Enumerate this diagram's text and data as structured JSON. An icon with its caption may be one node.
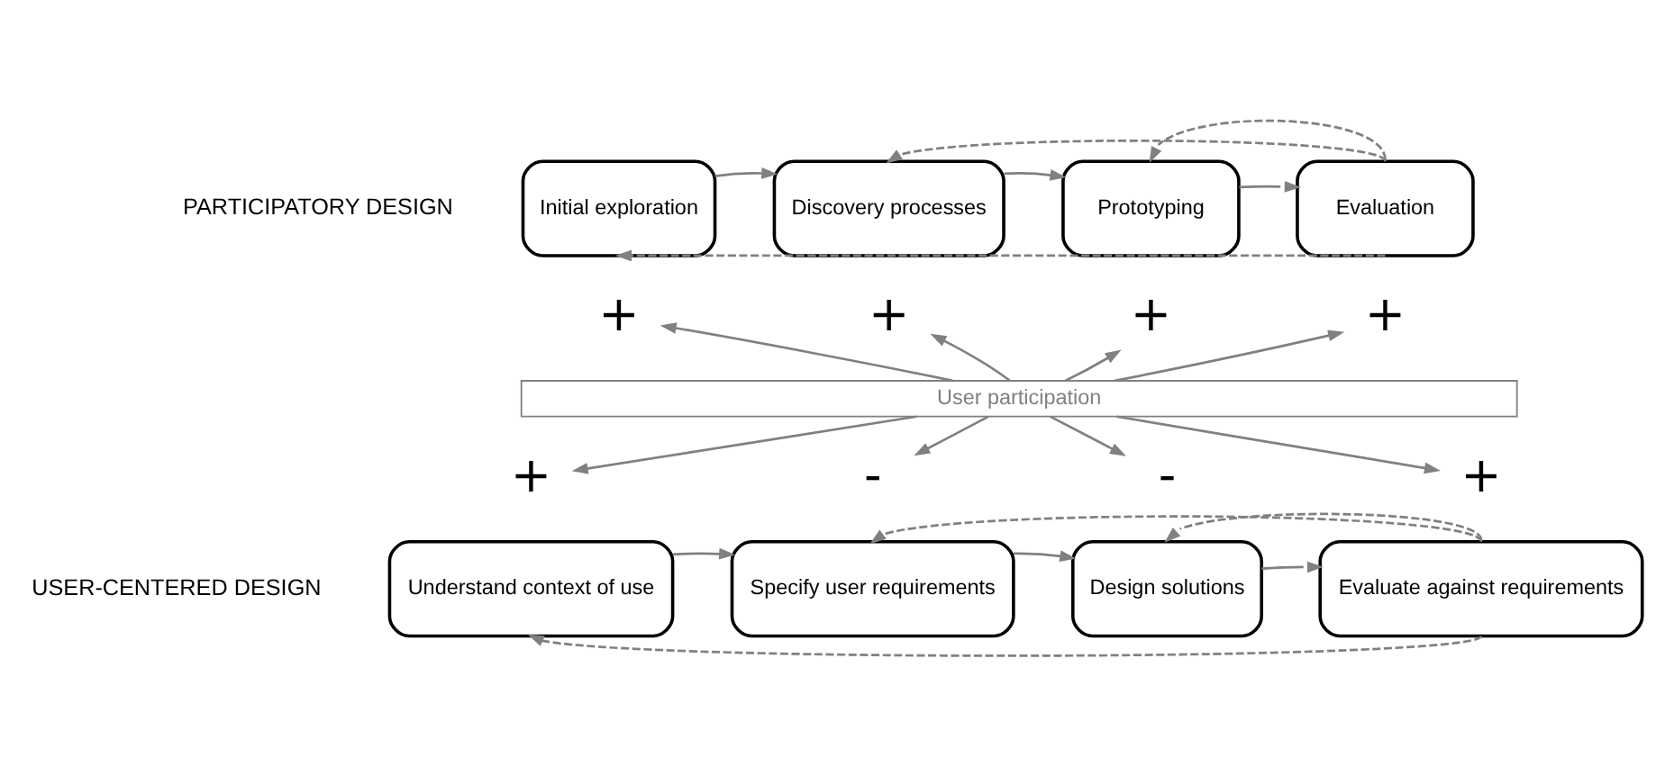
{
  "diagram": {
    "nodes": [
      {
        "text": [
          "Initial exploration"
        ]
      },
      {
        "text": [
          "Discovery processes"
        ]
      },
      {
        "text": [
          "Prototyping"
        ]
      },
      {
        "text": [
          "Evaluation"
        ]
      },
      {
        "text": [
          "+"
        ]
      },
      {
        "text": [
          "+"
        ]
      },
      {
        "text": [
          "+"
        ]
      },
      {
        "text": [
          "+"
        ]
      },
      {
        "text": [
          "User participation"
        ]
      },
      {
        "text": [
          "+"
        ]
      },
      {
        "text": [
          "-"
        ]
      },
      {
        "text": [
          "-"
        ]
      },
      {
        "text": [
          "+"
        ]
      },
      {
        "text": [
          "Understand context of use"
        ]
      },
      {
        "text": [
          "Specify user requirements"
        ]
      },
      {
        "text": [
          "Design solutions"
        ]
      },
      {
        "text": [
          "Evaluate against requirements"
        ]
      }
    ],
    "edges": [
      {
        "from": 0,
        "to": 1,
        "arrow": "to"
      },
      {
        "from": 1,
        "to": 2,
        "arrow": "to"
      },
      {
        "from": 2,
        "to": 3,
        "arrow": "to"
      },
      {
        "from": 3,
        "to": 1,
        "arrow": "to",
        "style": "dashed"
      },
      {
        "from": 3,
        "to": 2,
        "arrow": "to",
        "style": "dashed"
      },
      {
        "from": 3,
        "to": 0,
        "arrow": "to",
        "style": "dashed"
      },
      {
        "from": 8,
        "to": 4,
        "arrow": "to"
      },
      {
        "from": 8,
        "to": 5,
        "arrow": "to"
      },
      {
        "from": 8,
        "to": 6,
        "arrow": "to"
      },
      {
        "from": 8,
        "to": 7,
        "arrow": "to"
      },
      {
        "from": 8,
        "to": 9,
        "arrow": "to"
      },
      {
        "from": 8,
        "to": 10,
        "arrow": "to"
      },
      {
        "from": 8,
        "to": 11,
        "arrow": "to"
      },
      {
        "from": 8,
        "to": 12,
        "arrow": "to"
      },
      {
        "from": 13,
        "to": 14,
        "arrow": "to"
      },
      {
        "from": 14,
        "to": 15,
        "arrow": "to"
      },
      {
        "from": 15,
        "to": 16,
        "arrow": "to"
      },
      {
        "from": 16,
        "to": 14,
        "arrow": "to",
        "style": "dashed"
      },
      {
        "from": 16,
        "to": 15,
        "arrow": "to",
        "style": "dashed"
      },
      {
        "from": 16,
        "to": 13,
        "arrow": "to",
        "style": "dashed"
      }
    ],
    "labels": [
      "PARTICIPATORY DESIGN",
      "USER-CENTERED DESIGN"
    ]
  }
}
